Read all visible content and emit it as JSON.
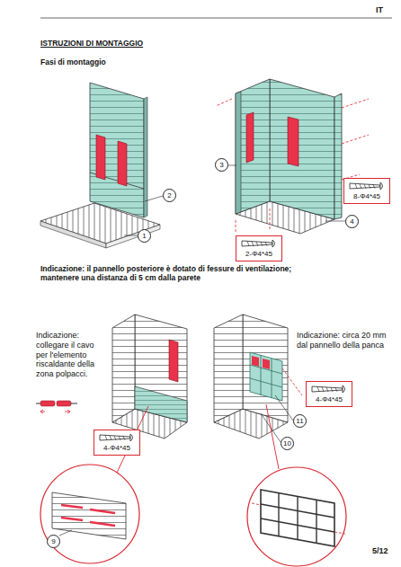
{
  "diagram": {
    "title": "ISTRUZIONI DI MONTAGGIO",
    "nodes": [
      {
        "text": [
          "2"
        ]
      },
      {
        "text": [
          "1"
        ]
      },
      {
        "text": [
          "3"
        ]
      },
      {
        "text": [
          "8-Φ4*45"
        ]
      },
      {
        "text": [
          "4"
        ]
      },
      {
        "text": [
          "2-Φ4*45"
        ]
      },
      {
        "text": [
          "4-Φ4*45"
        ]
      },
      {
        "text": [
          "9"
        ]
      },
      {
        "text": [
          "4-Φ4*45"
        ]
      },
      {
        "text": [
          "11"
        ]
      },
      {
        "text": [
          "10"
        ]
      }
    ],
    "labels": [
      "IT",
      "Fasi di montaggio",
      "Indicazione: il pannello posteriore è dotato di fessure di ventilazione; mantenere una distanza di 5 cm dalla parete",
      "Indicazione: collegare il cavo per l'elemento riscaldante della zona polpacci.",
      "Indicazione: circa 20 mm dal pannello della panca",
      "5/12"
    ]
  }
}
